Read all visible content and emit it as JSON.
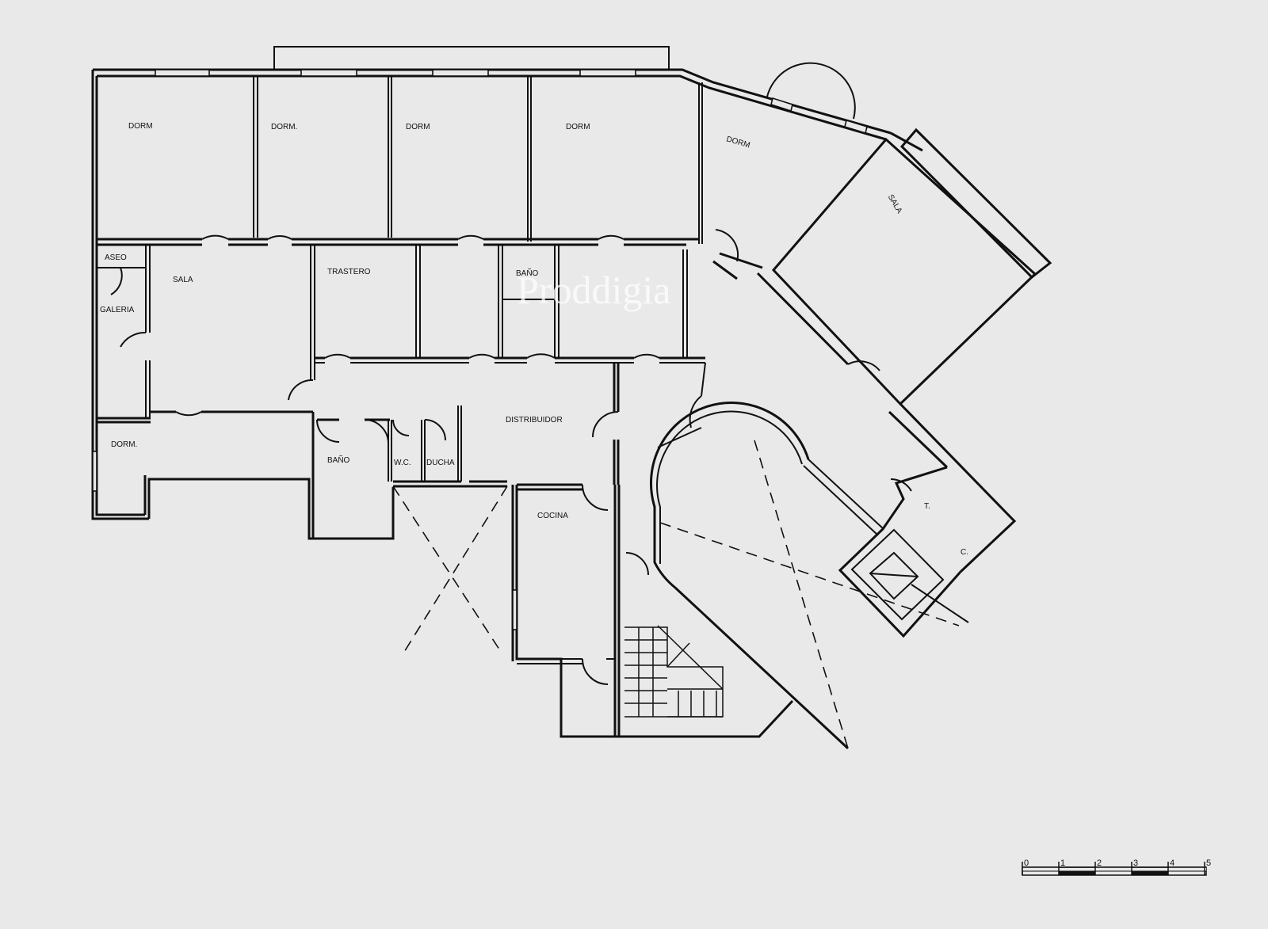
{
  "watermark": "Proddigia",
  "rooms": {
    "dorm_1": "DORM",
    "dorm_2": "DORM.",
    "dorm_3": "DORM",
    "dorm_4": "DORM",
    "dorm_5": "DORM",
    "dorm_6": "DORM.",
    "sala_1": "SALA",
    "sala_2": "SALA",
    "aseo": "ASEO",
    "galeria": "GALERIA",
    "trastero": "TRASTERO",
    "bano_1": "BAÑO",
    "bano_2": "BAÑO",
    "wc": "W.C.",
    "ducha": "DUCHA",
    "distribuidor": "DISTRIBUIDOR",
    "cocina": "COCINA",
    "tl_1": "T.",
    "tl_2": "C."
  },
  "scale_bar": {
    "ticks": [
      "0",
      "1",
      "2",
      "3",
      "4",
      "5"
    ]
  }
}
